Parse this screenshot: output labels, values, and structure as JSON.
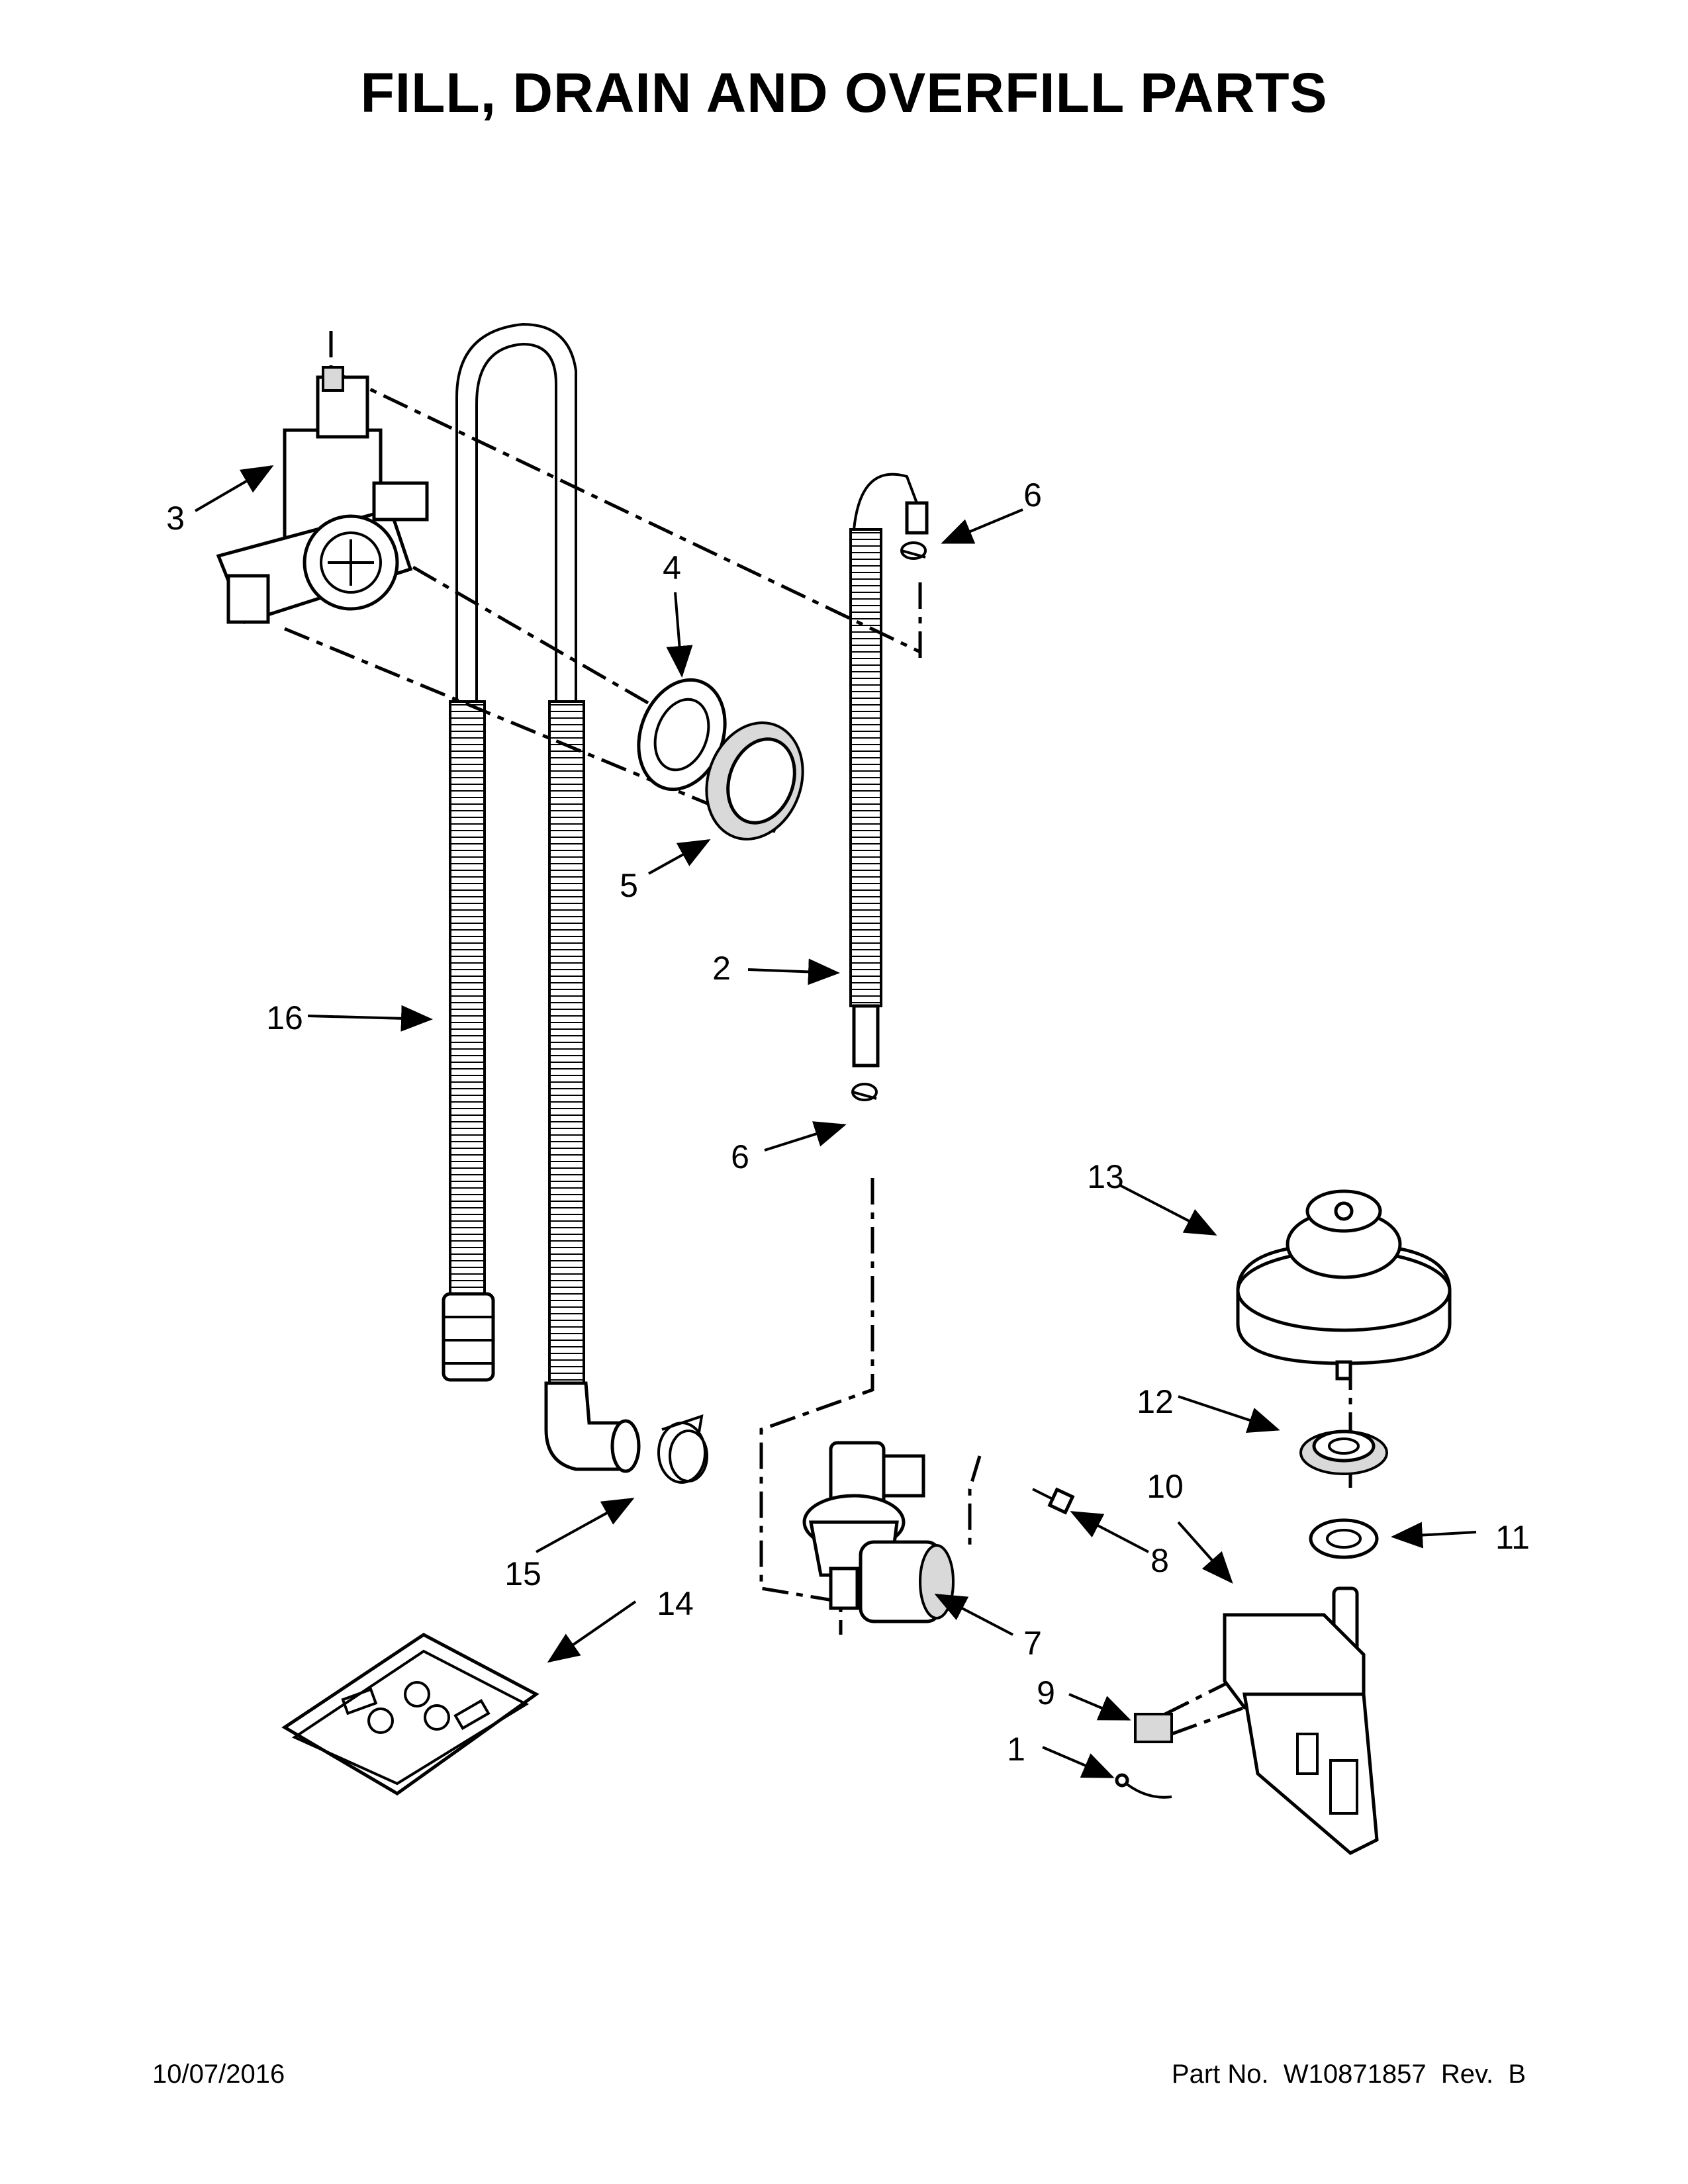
{
  "title": "FILL, DRAIN AND OVERFILL PARTS",
  "callouts": [
    "1",
    "2",
    "3",
    "4",
    "5",
    "6",
    "6",
    "7",
    "8",
    "9",
    "10",
    "11",
    "12",
    "13",
    "14",
    "15",
    "16"
  ],
  "footer": {
    "date": "10/07/2016",
    "part_number": "Part No.  W10871857  Rev.  B"
  }
}
